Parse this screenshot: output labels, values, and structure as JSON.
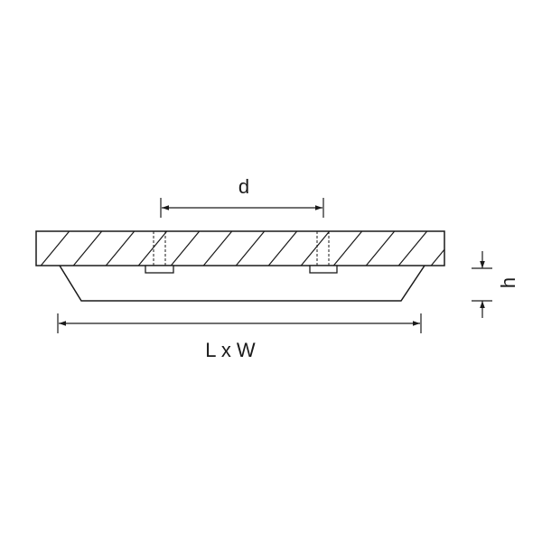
{
  "labels": {
    "d": "d",
    "h": "h",
    "size": "L x W"
  },
  "colors": {
    "line": "#1a1a1a",
    "background": "#ffffff"
  }
}
